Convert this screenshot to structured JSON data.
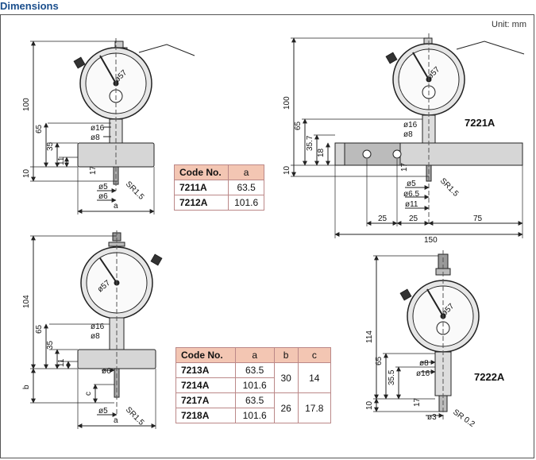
{
  "header": {
    "title": "Dimensions",
    "unit": "Unit: mm"
  },
  "models": {
    "m7221": "7221A",
    "m7222": "7222A"
  },
  "dims": {
    "d100": "100",
    "d65": "65",
    "d35": "35",
    "d11": "11",
    "d10": "10",
    "d17": "17",
    "dia16": "ø16",
    "dia8": "ø8",
    "dia5": "ø5",
    "dia6": "ø6",
    "dia57": "ø57",
    "sr15": "SR1.5",
    "a": "a",
    "d35_7": "35.7",
    "d18": "18",
    "dia6_5": "ø6.5",
    "dia11": "ø11",
    "d25": "25",
    "d75": "75",
    "d150": "150",
    "d104": "104",
    "b": "b",
    "c": "c",
    "d114": "114",
    "d35_5": "35.5",
    "dia3": "ø3",
    "sr02": "SR 0.2"
  },
  "table1": {
    "headers": [
      "Code No.",
      "a"
    ],
    "rows": [
      [
        "7211A",
        "63.5"
      ],
      [
        "7212A",
        "101.6"
      ]
    ]
  },
  "table2": {
    "headers": [
      "Code No.",
      "a",
      "b",
      "c"
    ],
    "rows": [
      {
        "code": "7213A",
        "a": "63.5"
      },
      {
        "code": "7214A",
        "a": "101.6"
      },
      {
        "code": "7217A",
        "a": "63.5"
      },
      {
        "code": "7218A",
        "a": "101.6"
      }
    ],
    "group1": {
      "b": "30",
      "c": "14"
    },
    "group2": {
      "b": "26",
      "c": "17.8"
    }
  }
}
